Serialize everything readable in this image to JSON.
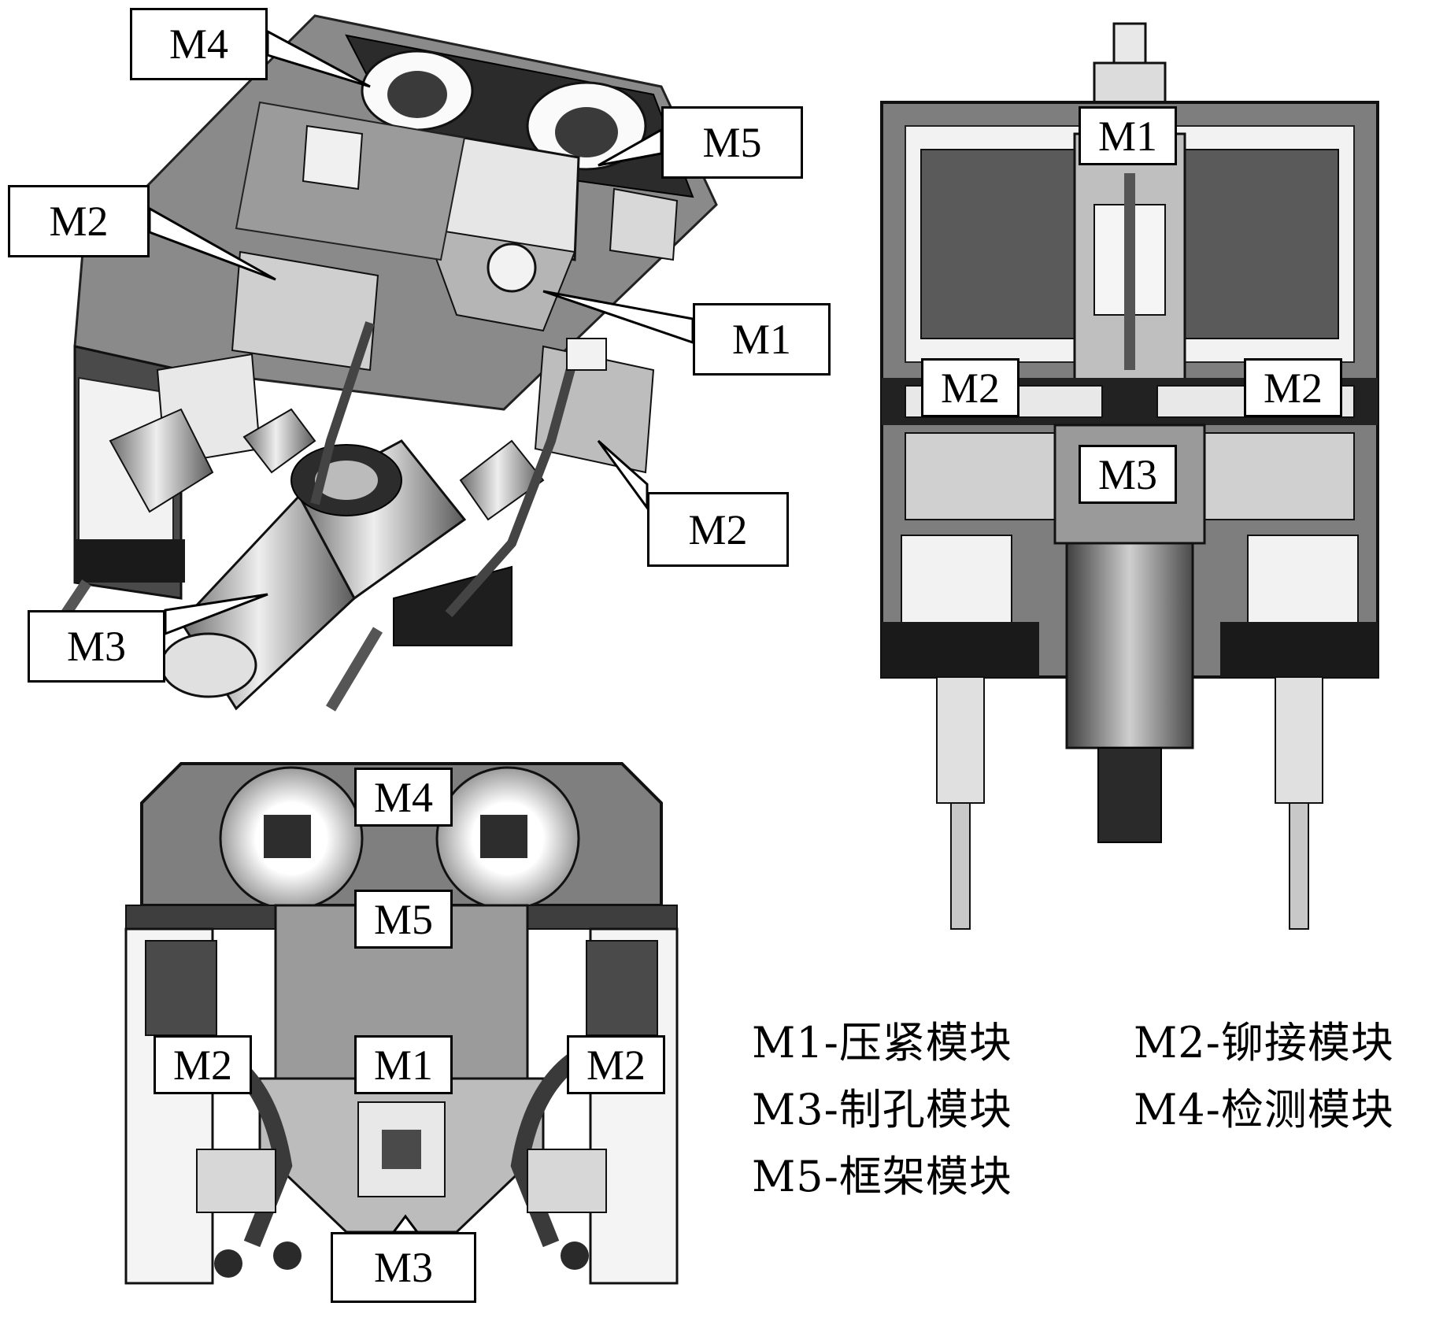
{
  "callouts": {
    "iso_m4": "M4",
    "iso_m5": "M5",
    "iso_m2_left": "M2",
    "iso_m1": "M1",
    "iso_m2_right": "M2",
    "iso_m3": "M3",
    "front_m1": "M1",
    "front_m2_left": "M2",
    "front_m2_right": "M2",
    "front_m3": "M3",
    "bottom_m4": "M4",
    "bottom_m5": "M5",
    "bottom_m2_left": "M2",
    "bottom_m1": "M1",
    "bottom_m2_right": "M2",
    "bottom_m3": "M3"
  },
  "legend": [
    {
      "code": "M1",
      "name": "压紧模块",
      "text": "M1-压紧模块"
    },
    {
      "code": "M2",
      "name": "铆接模块",
      "text": "M2-铆接模块"
    },
    {
      "code": "M3",
      "name": "制孔模块",
      "text": "M3-制孔模块"
    },
    {
      "code": "M4",
      "name": "检测模块",
      "text": "M4-检测模块"
    },
    {
      "code": "M5",
      "name": "框架模块",
      "text": "M5-框架模块"
    }
  ]
}
